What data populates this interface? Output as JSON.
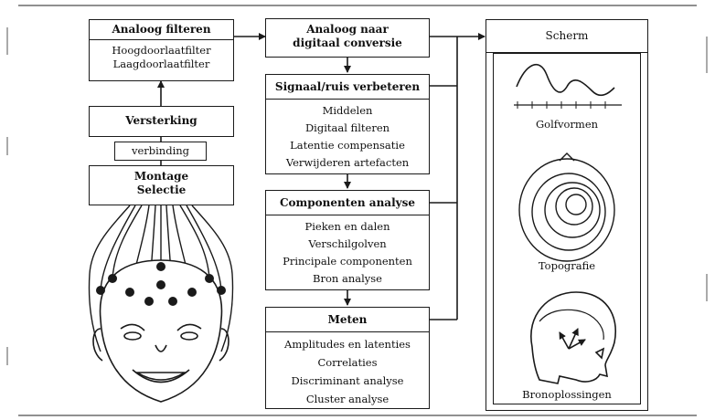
{
  "left": {
    "filter_title": "Analoog filteren",
    "filter_items": [
      "Hoogdoorlaatfilter",
      "Laagdoorlaatfilter"
    ],
    "amplify": "Versterking",
    "connection": "verbinding",
    "montage": [
      "Montage",
      "Selectie"
    ]
  },
  "middle": {
    "adc": [
      "Analoog naar",
      "digitaal conversie"
    ],
    "snr_title": "Signaal/ruis verbeteren",
    "snr_items": [
      "Middelen",
      "Digitaal filteren",
      "Latentie compensatie",
      "Verwijderen artefacten"
    ],
    "comp_title": "Componenten analyse",
    "comp_items": [
      "Pieken en dalen",
      "Verschilgolven",
      "Principale componenten",
      "Bron analyse"
    ],
    "meas_title": "Meten",
    "meas_items": [
      "Amplitudes en latenties",
      "Correlaties",
      "Discriminant analyse",
      "Cluster analyse"
    ]
  },
  "right": {
    "screen_title": "Scherm",
    "waveforms": "Golfvormen",
    "topography": "Topografie",
    "sources": "Bronoplossingen"
  }
}
